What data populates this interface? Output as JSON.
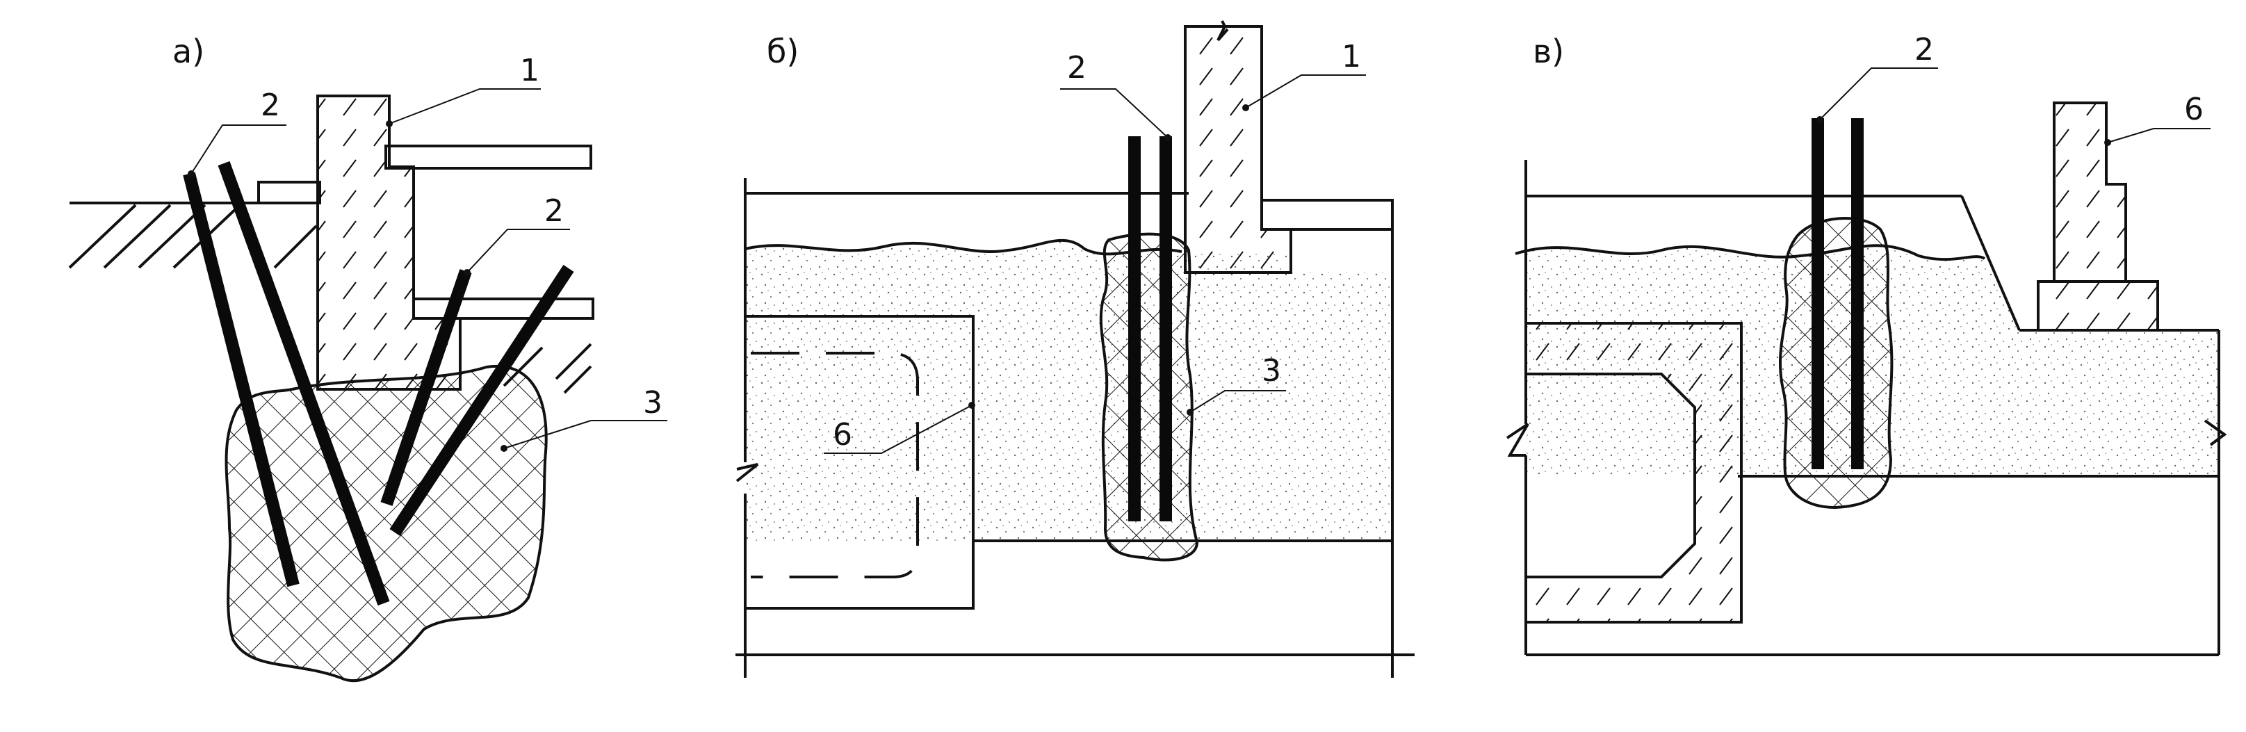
{
  "panels": [
    {
      "id": "a",
      "panel_label": "а)",
      "callouts": {
        "one": "1",
        "two_top": "2",
        "two_mid": "2",
        "three": "3"
      }
    },
    {
      "id": "b",
      "panel_label": "б)",
      "callouts": {
        "one": "1",
        "two": "2",
        "three": "3",
        "six": "6"
      }
    },
    {
      "id": "v",
      "panel_label": "в)",
      "callouts": {
        "two": "2",
        "six": "6"
      }
    }
  ],
  "colors": {
    "line": "#111111",
    "background": "#ffffff",
    "rod": "#0a0a0a"
  }
}
